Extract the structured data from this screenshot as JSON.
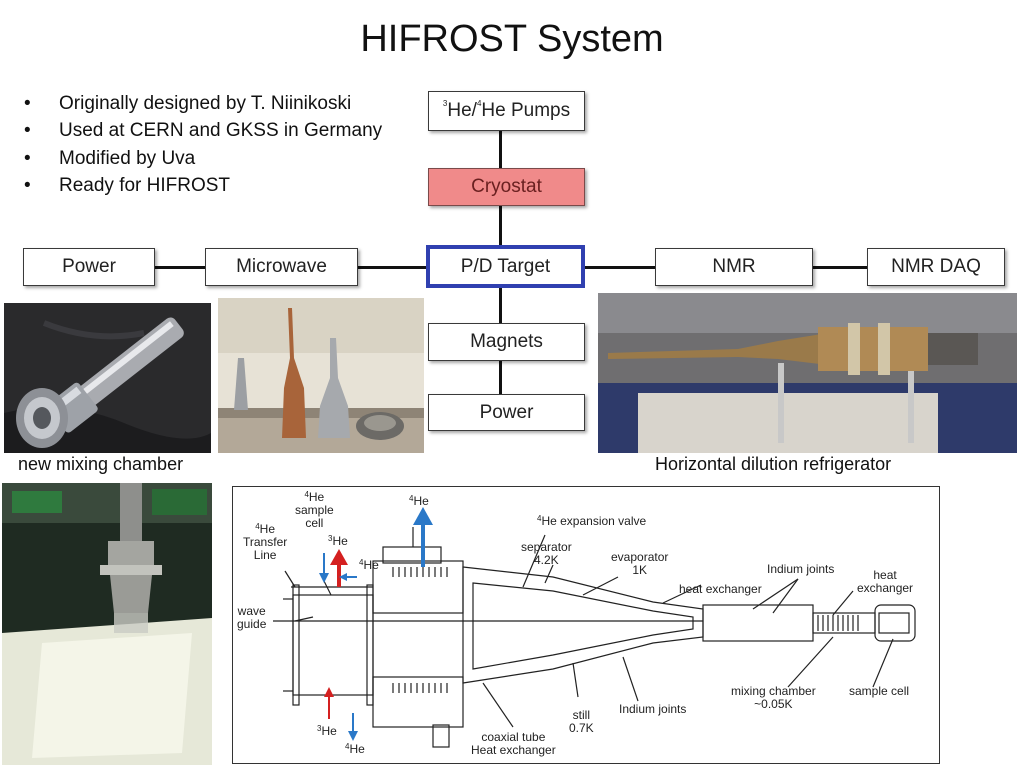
{
  "title": "HIFROST System",
  "bullets": [
    "Originally designed by T. Niinikoski",
    "Used at CERN and GKSS in Germany",
    "Modified by Uva",
    "Ready for HIFROST"
  ],
  "boxes": {
    "pumps_iso_a": "3",
    "pumps_el_a": "He/",
    "pumps_iso_b": "4",
    "pumps_el_b": "He Pumps",
    "cryostat": "Cryostat",
    "target": "P/D Target",
    "power_left": "Power",
    "microwave": "Microwave",
    "nmr": "NMR",
    "nmr_daq": "NMR DAQ",
    "magnets": "Magnets",
    "power_bottom": "Power"
  },
  "captions": {
    "mixing_chamber": "new mixing chamber",
    "refrigerator": "Horizontal dilution refrigerator"
  },
  "schematic": {
    "he4_top_iso": "4",
    "he4_top_el": "He",
    "sample_cell_iso": "4",
    "sample_cell_l1": "He",
    "sample_cell_l2": "sample",
    "sample_cell_l3": "cell",
    "transfer_iso": "4",
    "transfer_l1": "He",
    "transfer_l2": "Transfer",
    "transfer_l3": "Line",
    "he3_top_iso": "3",
    "he3_top_el": "He",
    "he4_mid_iso": "4",
    "he4_mid_el": "He",
    "wave_l1": "wave",
    "wave_l2": "guide",
    "expansion_iso": "4",
    "expansion_el": "He expansion valve",
    "separator_l1": "separator",
    "separator_l2": "4.2K",
    "evaporator_l1": "evaporator",
    "evaporator_l2": "1K",
    "heat_exchanger_1": "heat exchanger",
    "indium_joints_top": "Indium  joints",
    "heat_ex2_l1": "heat",
    "heat_ex2_l2": "exchanger",
    "mixing_l1": "mixing chamber",
    "mixing_l2": "~0.05K",
    "sample_cell_right": "sample cell",
    "still_l1": "still",
    "still_l2": "0.7K",
    "indium_joints_bottom": "Indium  joints",
    "coaxial_l1": "coaxial tube",
    "coaxial_l2": "Heat exchanger",
    "he3_bot_iso": "3",
    "he3_bot_el": "He",
    "he4_bot_iso": "4",
    "he4_bot_el": "He"
  },
  "colors": {
    "cryostat_fill": "#f08a8a",
    "target_border": "#3040b0",
    "arrow_red": "#d42020",
    "arrow_blue": "#2a78c8"
  }
}
